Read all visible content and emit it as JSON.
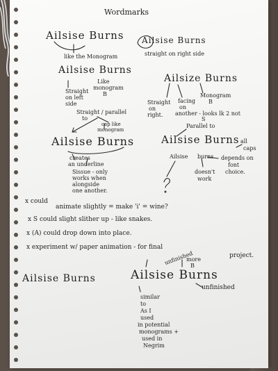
{
  "page": {
    "title": "Wordmarks",
    "wordmark_1": "Ailsise Burns",
    "note_1": "like the Monogram",
    "wordmark_2": "Ailsise Burns",
    "note_2": "straight on right side",
    "wordmark_3": "Ailsise Burns",
    "note_3a": "Straight",
    "note_3b": "on left",
    "note_3c": "side",
    "note_3d": "Like",
    "note_3e": "monogram",
    "note_3f": "B",
    "wordmark_4": "Ailsize Burns",
    "note_4a": "Straight",
    "note_4b": "on",
    "note_4c": "right.",
    "note_4d": "facing",
    "note_4e": "on",
    "note_4f": "another - looks lk 2 not",
    "note_4g": "Monogram",
    "note_4h": "B",
    "note_5a": "Straight / parallel",
    "note_5b": "to",
    "note_5c": "cap like",
    "note_5d": "monogram",
    "wordmark_5": "Ailsise Burns",
    "note_6a": "creates",
    "note_6b": "an underline",
    "note_6c": "Sissue - only",
    "note_6d": "works when",
    "note_6e": "alongside",
    "note_6f": "one another.",
    "note_7a": "Parallel to",
    "note_7b": "S",
    "wordmark_6": "Ailsise Burns",
    "note_7c": "all",
    "note_7d": "caps",
    "note_7e": "Ailsise",
    "note_7f": "burns",
    "note_7g": "depends on",
    "note_7h": "font",
    "note_7i": "choice.",
    "note_7j": "doesn't",
    "note_7k": "work",
    "bullet_1a": "x could",
    "bullet_1b": "animate slightly = make 'i' = wine?",
    "bullet_2": "x S could slight slither up - like snakes.",
    "bullet_3": "x (A) could drop down into place.",
    "bullet_4a": "x experiment w/ paper animation - for final",
    "bullet_4b": "project.",
    "final_1": "Ailsise Burns",
    "final_2": "Ailsise Burns",
    "final_note_a": "unfinished",
    "final_note_b": "more",
    "final_note_c": "B",
    "final_note_d": "unfinished",
    "final_note_e": "similar",
    "final_note_f": "to",
    "final_note_g": "As I",
    "final_note_h": "used",
    "final_note_i": "in potential",
    "final_note_j": "monograms +",
    "final_note_k": "used in",
    "final_note_l": "Negrim"
  }
}
